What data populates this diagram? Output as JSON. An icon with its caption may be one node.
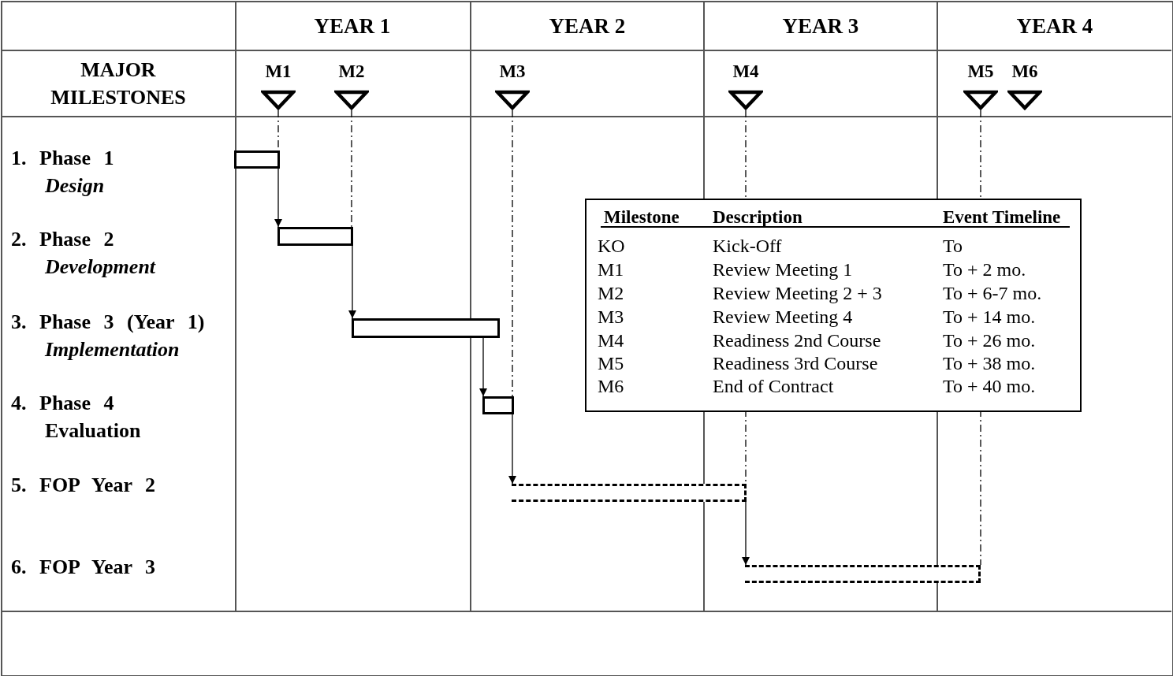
{
  "diagram": {
    "nodes": [
      {
        "text": [
          "M1"
        ]
      },
      {
        "text": [
          "M2"
        ]
      },
      {
        "text": [
          "M3"
        ]
      },
      {
        "text": [
          "M4"
        ]
      },
      {
        "text": [
          "M5"
        ]
      },
      {
        "text": [
          "M6"
        ]
      },
      {
        "text": [],
        "shape": "bar"
      },
      {
        "text": [],
        "shape": "bar"
      },
      {
        "text": [],
        "shape": "bar"
      },
      {
        "text": [],
        "shape": "bar"
      },
      {
        "text": [],
        "shape": "bar"
      },
      {
        "text": [],
        "shape": "bar"
      }
    ],
    "edges": [
      {
        "from": 6,
        "to": 7,
        "arrow": "to"
      },
      {
        "from": 7,
        "to": 8,
        "arrow": "to"
      },
      {
        "from": 8,
        "to": 9,
        "arrow": "to"
      },
      {
        "from": 9,
        "to": 10,
        "arrow": "to"
      },
      {
        "from": 10,
        "to": 11,
        "arrow": "to"
      },
      {
        "from": 0,
        "to": 6,
        "arrow": "none",
        "style": "dashed"
      },
      {
        "from": 1,
        "to": 7,
        "arrow": "none",
        "style": "dashed"
      },
      {
        "from": 2,
        "to": 9,
        "arrow": "none",
        "style": "dashed"
      },
      {
        "from": 3,
        "to": 10,
        "arrow": "none",
        "style": "dashed"
      },
      {
        "from": 4,
        "to": 11,
        "arrow": "none",
        "style": "dashed"
      }
    ],
    "labels": [
      "YEAR 1",
      "YEAR 2",
      "YEAR 3",
      "YEAR 4",
      "MAJOR MILESTONES",
      "1. Phase 1",
      "Design",
      "2. Phase 2",
      "Development",
      "3. Phase 3 (Year 1)",
      "Implementation",
      "4. Phase 4",
      "Evaluation",
      "5. FOP Year 2",
      "6. FOP Year 3",
      "Milestone",
      "Description",
      "Event Timeline",
      "KO",
      "Kick-Off",
      "To",
      "M1",
      "Review Meeting 1",
      "To + 2 mo.",
      "M2",
      "Review Meeting 2 + 3",
      "To + 6-7 mo.",
      "M3",
      "Review Meeting 4",
      "To + 14 mo.",
      "M4",
      "Readiness 2nd Course",
      "To + 26 mo.",
      "M5",
      "Readiness 3rd Course",
      "To + 38 mo.",
      "M6",
      "End of Contract",
      "To + 40 mo."
    ]
  }
}
